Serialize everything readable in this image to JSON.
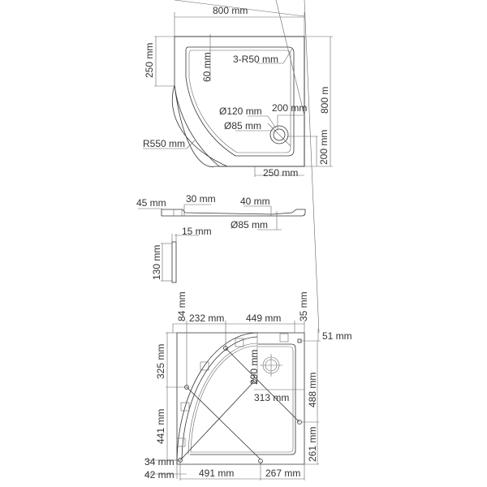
{
  "top_view": {
    "width": "800 mm",
    "height": "800 m",
    "side_250": "250 mm",
    "rim_60": "60 mm",
    "corner_radius": "3-R50 mm",
    "drain_outer": "Ø120 mm",
    "drain_inner": "Ø85 mm",
    "drain_x": "200 mm",
    "drain_y": "200 mm",
    "bottom_250": "250 mm",
    "radius": "R550 mm"
  },
  "side_view": {
    "h45": "45 mm",
    "w30": "30 mm",
    "w40": "40 mm",
    "drain": "Ø85 mm"
  },
  "panel_view": {
    "t15": "15 mm",
    "h130": "130 mm"
  },
  "bottom_view": {
    "d84": "84 mm",
    "d232": "232 mm",
    "d449": "449 mm",
    "d35": "35 mm",
    "d51": "51 mm",
    "d325": "325 mm",
    "d290": "290 mm",
    "d313": "313 mm",
    "d488": "488 mm",
    "d441": "441 mm",
    "d261": "261 mm",
    "d34": "34 mm",
    "d42": "42 mm",
    "d491": "491 mm",
    "d267": "267 mm"
  }
}
